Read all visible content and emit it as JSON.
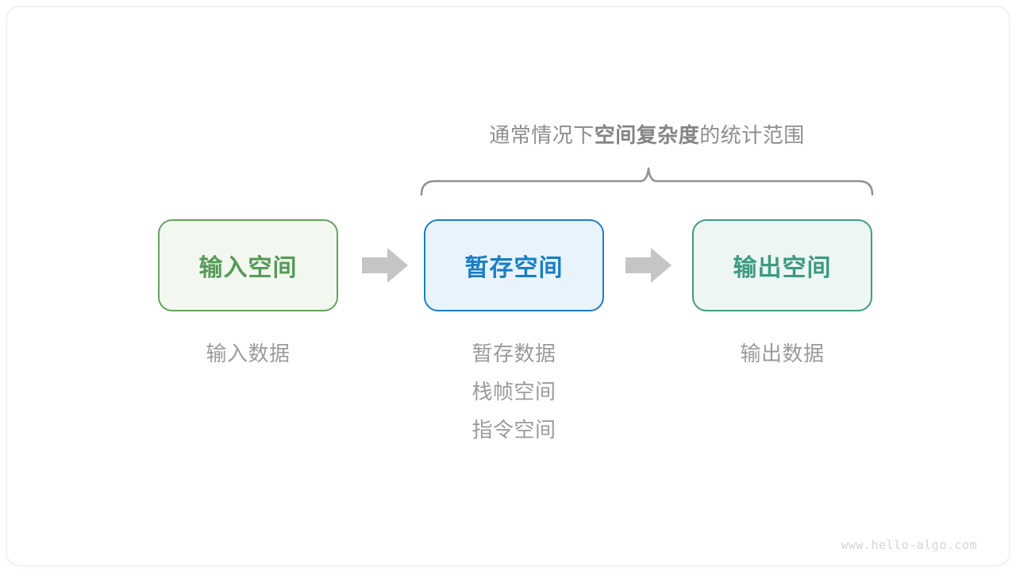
{
  "diagram": {
    "title": {
      "prefix": "通常情况下",
      "emphasis": "空间复杂度",
      "suffix": "的统计范围"
    },
    "boxes": [
      {
        "label": "输入空间",
        "theme": "green",
        "border_color": "#67a05f",
        "fill_color": "#f2f8f0",
        "text_color": "#569a57"
      },
      {
        "label": "暂存空间",
        "theme": "blue",
        "border_color": "#1c7dc8",
        "fill_color": "#e9f3fc",
        "text_color": "#187ec7"
      },
      {
        "label": "输出空间",
        "theme": "teal",
        "border_color": "#3e9c84",
        "fill_color": "#edf6f3",
        "text_color": "#3d9a81"
      }
    ],
    "notes": {
      "input": "输入数据",
      "temporary": [
        "暂存数据",
        "栈帧空间",
        "指令空间"
      ],
      "output": "输出数据"
    },
    "arrow_color": "#c5c5c5",
    "brace_color": "#919191",
    "note_text_color": "#9b9b9b",
    "title_text_color": "#8e8e8e"
  },
  "footer": {
    "watermark": "www.hello-algo.com"
  }
}
